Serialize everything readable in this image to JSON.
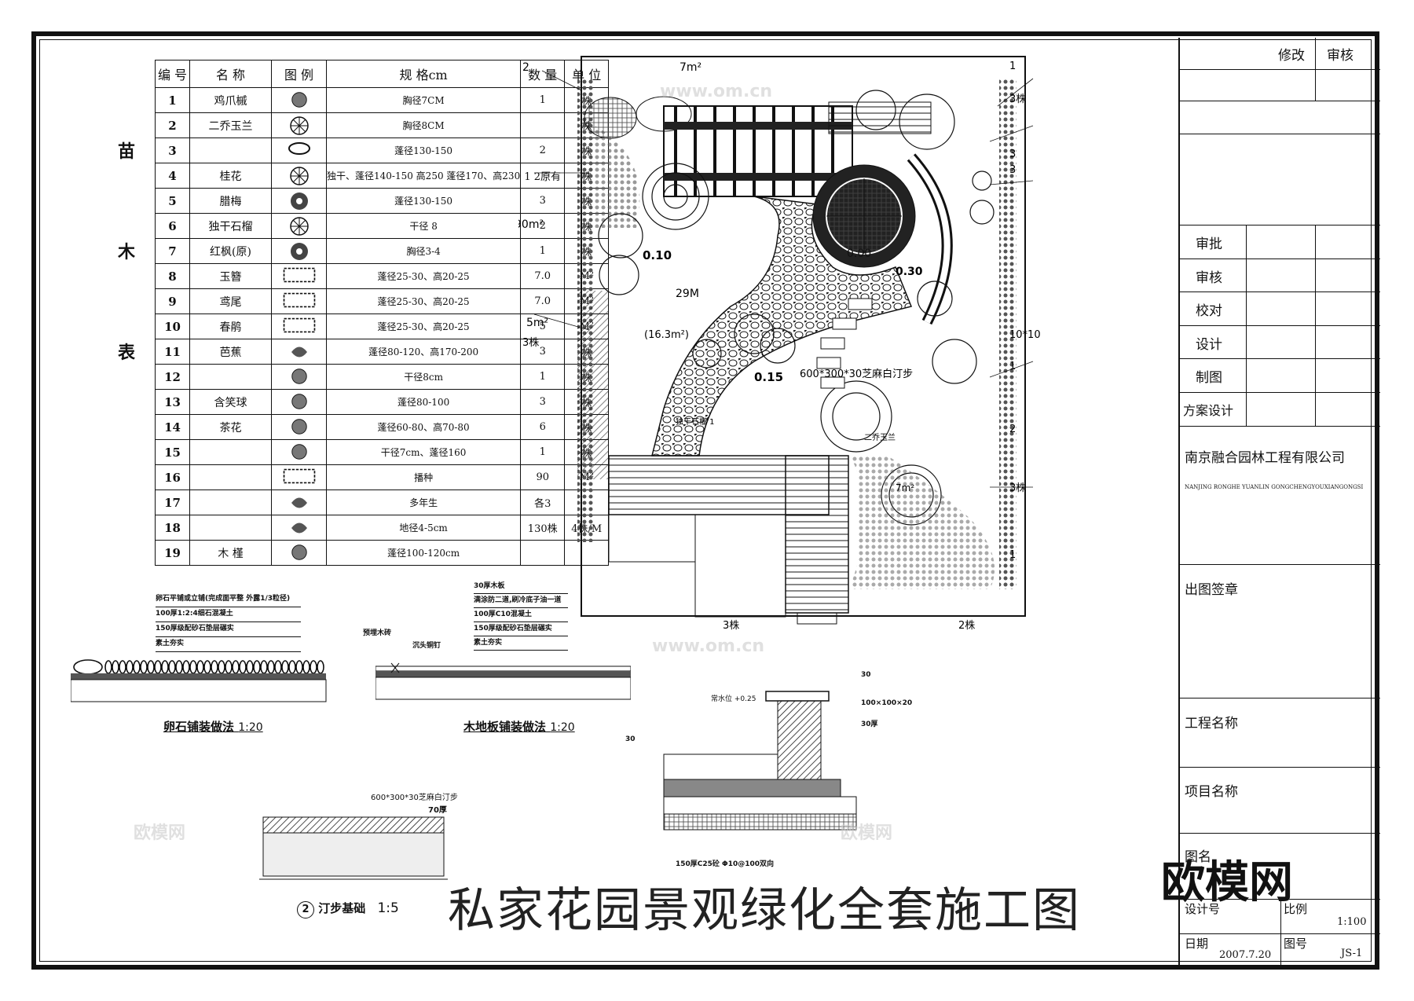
{
  "table": {
    "side_title": [
      "苗",
      "木",
      "表"
    ],
    "headers": [
      "编 号",
      "名 称",
      "图 例",
      "规  格cm",
      "数 量",
      "单 位"
    ],
    "rows": [
      {
        "no": "1",
        "name": "鸡爪槭",
        "spec": "胸径7CM",
        "qty": "1",
        "unit": "株"
      },
      {
        "no": "2",
        "name": "二乔玉兰",
        "spec": "胸径8CM",
        "qty": "",
        "unit": "株"
      },
      {
        "no": "3",
        "name": "",
        "spec": "蓬径130-150",
        "qty": "2",
        "unit": "株"
      },
      {
        "no": "4",
        "name": "桂花",
        "spec": "独干、蓬径140-150 高250 蓬径170、高230",
        "qty": "1 2原有",
        "unit": "株"
      },
      {
        "no": "5",
        "name": "腊梅",
        "spec": "蓬径130-150",
        "qty": "3",
        "unit": "株"
      },
      {
        "no": "6",
        "name": "独干石榴",
        "spec": "干径 8",
        "qty": "2",
        "unit": "株"
      },
      {
        "no": "7",
        "name": "红枫(原)",
        "spec": "胸径3-4",
        "qty": "1",
        "unit": "株"
      },
      {
        "no": "8",
        "name": "玉簪",
        "spec": "蓬径25-30、高20-25",
        "qty": "7.0",
        "unit": "M²"
      },
      {
        "no": "9",
        "name": "鸢尾",
        "spec": "蓬径25-30、高20-25",
        "qty": "7.0",
        "unit": "M²"
      },
      {
        "no": "10",
        "name": "春鹃",
        "spec": "蓬径25-30、高20-25",
        "qty": "5",
        "unit": "M²"
      },
      {
        "no": "11",
        "name": "芭蕉",
        "spec": "蓬径80-120、高170-200",
        "qty": "3",
        "unit": "株"
      },
      {
        "no": "12",
        "name": "",
        "spec": "干径8cm",
        "qty": "1",
        "unit": "株"
      },
      {
        "no": "13",
        "name": "含笑球",
        "spec": "蓬径80-100",
        "qty": "3",
        "unit": "株"
      },
      {
        "no": "14",
        "name": "茶花",
        "spec": "蓬径60-80、高70-80",
        "qty": "6",
        "unit": "株"
      },
      {
        "no": "15",
        "name": "",
        "spec": "干径7cm、蓬径160",
        "qty": "1",
        "unit": "株"
      },
      {
        "no": "16",
        "name": "",
        "spec": "播种",
        "qty": "90",
        "unit": "M²"
      },
      {
        "no": "17",
        "name": "",
        "spec": "多年生",
        "qty": "各3",
        "unit": ""
      },
      {
        "no": "18",
        "name": "",
        "spec": "地径4-5cm",
        "qty": "130株",
        "unit": "4株/M"
      },
      {
        "no": "19",
        "name": "木  槿",
        "spec": "蓬径100-120cm",
        "qty": "",
        "unit": ""
      }
    ]
  },
  "plan": {
    "elevations": [
      "0.10",
      "0.00",
      "0.30",
      "0.15"
    ],
    "areas": [
      "7m²",
      "90m²",
      "5m²",
      "29M",
      "(16.3m²)",
      "7m²"
    ],
    "paving_note": "600*300*30芝麻白汀步",
    "labels_right": [
      "1",
      "3株",
      "3",
      "3",
      "1",
      "10*10",
      "1",
      "2",
      "3株",
      "1"
    ],
    "labels_left": [
      "2",
      "3株"
    ],
    "bottom_labels": [
      "3株",
      "2株"
    ],
    "misc": [
      "二乔玉兰",
      "独干石榴 1"
    ]
  },
  "details": {
    "pebble": {
      "lines": [
        "卵石平铺或立铺(完成面平整 外露1/3粒径)",
        "100厚1:2:4细石混凝土",
        "150厚级配砂石垫层碾实",
        "素土夯实"
      ],
      "title": "卵石铺装做法",
      "scale": "1:20"
    },
    "wood": {
      "lines": [
        "30厚木板",
        "满涂防二道,刷冷底子油一道",
        "100厚C10混凝土",
        "150厚级配砂石垫层碾实",
        "素土夯实"
      ],
      "title": "木地板铺装做法",
      "scale": "1:20"
    },
    "wood_note": [
      "预埋木砖",
      "沉头铜钉"
    ],
    "step": {
      "top": "600*300*30芝麻白汀步",
      "mid": "70厚",
      "num": "2",
      "title": "汀步基础",
      "scale": "1:5"
    },
    "pond": {
      "labels": [
        "30",
        "常水位 +0.25",
        "100×100×20",
        "30厚",
        "30",
        "150厚C25砼 Φ10@100双向"
      ]
    }
  },
  "main_title": "私家花园景观绿化全套施工图",
  "watermark": "欧模网",
  "watermark_url": "www.om.cn",
  "title_block": {
    "revise": "修改",
    "review_top": "审核",
    "approve": "审批",
    "review": "审核",
    "check": "校对",
    "design": "设计",
    "draw": "制图",
    "scheme": "方案设计",
    "company": "南京融合园林工程有限公司",
    "company_en": "NANJING RONGHE YUANLIN GONGCHENGYOUXIANGONGSI",
    "seal": "出图签章",
    "project": "工程名称",
    "item": "项目名称",
    "drawing_name": "图名",
    "design_no": "设计号",
    "scale_label": "比例",
    "scale": "1:100",
    "date_label": "日期",
    "date": "2007.7.20",
    "drawing_no_label": "图号",
    "drawing_no": "JS-1"
  }
}
